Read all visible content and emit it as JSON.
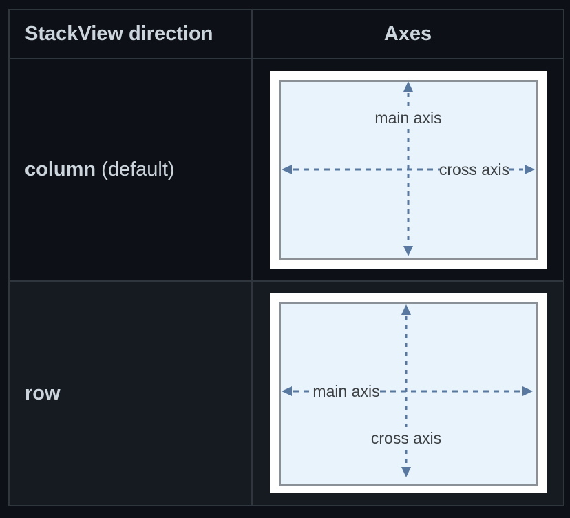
{
  "table": {
    "headers": [
      "StackView direction",
      "Axes"
    ],
    "rows": [
      {
        "direction_code": "column",
        "direction_suffix": " (default)"
      },
      {
        "direction_code": "row",
        "direction_suffix": ""
      }
    ]
  },
  "diagrams": {
    "column": {
      "main_axis_label": "main axis",
      "cross_axis_label": "cross axis",
      "main_axis_orientation": "vertical",
      "cross_axis_orientation": "horizontal"
    },
    "row": {
      "main_axis_label": "main axis",
      "cross_axis_label": "cross axis",
      "main_axis_orientation": "horizontal",
      "cross_axis_orientation": "vertical"
    }
  },
  "colors": {
    "page_background": "#0d1117",
    "row_alt_background": "#161b22",
    "table_border": "#30363d",
    "table_text": "#ccd4dc",
    "diagram_background": "#ffffff",
    "diagram_fill": "#e8f3fb",
    "diagram_frame": "#8a9096",
    "arrow": "#5878a0",
    "diagram_text": "#3d4043"
  }
}
